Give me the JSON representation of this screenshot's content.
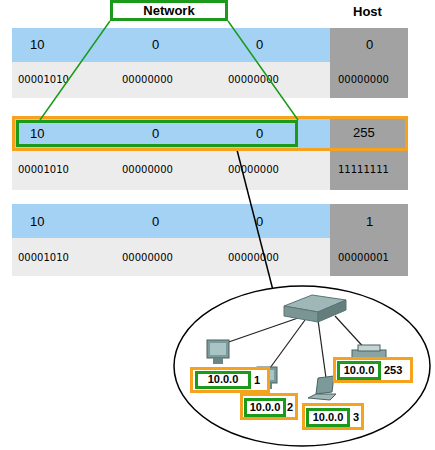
{
  "diagram": {
    "nodes": [
      {
        "text": [
          "Network"
        ]
      },
      {
        "text": [
          "255"
        ]
      },
      {
        "text": [
          "10",
          "0",
          "0"
        ],
        "in": 1
      },
      {
        "text": [
          "1"
        ]
      },
      {
        "text": [
          "10.0.0"
        ],
        "in": 3
      },
      {
        "text": [
          "2"
        ]
      },
      {
        "text": [
          "10.0.0"
        ],
        "in": 5
      },
      {
        "text": [
          "3"
        ]
      },
      {
        "text": [
          "10.0.0"
        ],
        "in": 7
      },
      {
        "text": [
          "253"
        ]
      },
      {
        "text": [
          "10.0.0"
        ],
        "in": 9
      }
    ],
    "edges": [
      {
        "from": 0,
        "to": 2,
        "arrow": "none"
      }
    ],
    "labels": [
      "Host",
      "10",
      "0",
      "0",
      "0",
      "00001010",
      "00000000",
      "00000000",
      "00000000",
      "00001010",
      "00000000",
      "00000000",
      "11111111",
      "10",
      "0",
      "0",
      "1",
      "00001010",
      "00000000",
      "00000000",
      "00000001"
    ]
  }
}
